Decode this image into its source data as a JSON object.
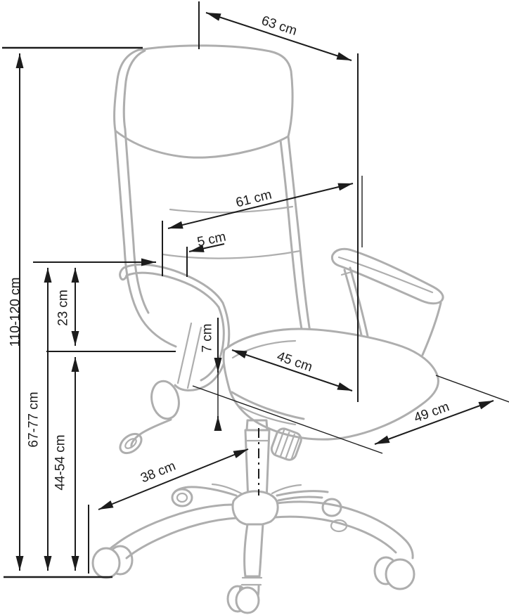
{
  "meta": {
    "title": "Office chair dimension diagram",
    "unit": "cm",
    "background_color": "#ffffff",
    "dimension_color": "#1c1c1c",
    "chair_outline_color": "#aeaeae"
  },
  "dimensions": {
    "total_height": {
      "label": "110-120 cm",
      "min_cm": 110,
      "max_cm": 120
    },
    "backrest_top_width": {
      "label": "63 cm",
      "value_cm": 63
    },
    "backrest_width": {
      "label": "61 cm",
      "value_cm": 61
    },
    "armrest_offset": {
      "label": "5 cm",
      "value_cm": 5
    },
    "backrest_to_seat": {
      "label": "23 cm",
      "value_cm": 23
    },
    "seat_thickness": {
      "label": "7 cm",
      "value_cm": 7
    },
    "seat_width": {
      "label": "45 cm",
      "value_cm": 45
    },
    "seat_depth": {
      "label": "49 cm",
      "value_cm": 49
    },
    "base_span": {
      "label": "38 cm",
      "value_cm": 38
    },
    "armrest_height": {
      "label": "67-77 cm",
      "min_cm": 67,
      "max_cm": 77
    },
    "seat_height": {
      "label": "44-54 cm",
      "min_cm": 44,
      "max_cm": 54
    }
  },
  "chair": {
    "parts": [
      "headrest",
      "mesh-backrest",
      "left-armrest",
      "right-armrest",
      "seat",
      "tilt-lever",
      "tilt-tension-knob",
      "gas-lift",
      "five-star-base",
      "casters"
    ]
  }
}
